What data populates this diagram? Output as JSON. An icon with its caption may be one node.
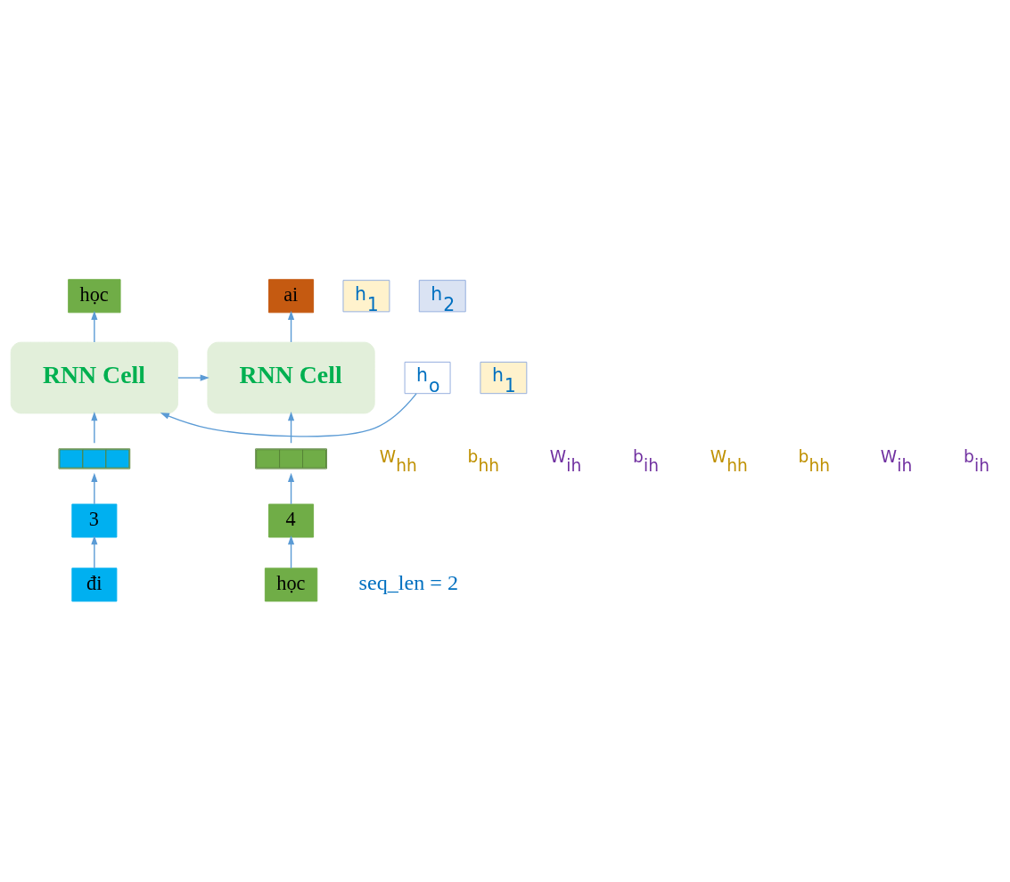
{
  "diagram": {
    "nodes": [
      {
        "text": [
          "học"
        ]
      },
      {
        "text": [
          "ai"
        ]
      },
      {
        "text": [
          "h$_{1}$"
        ]
      },
      {
        "text": [
          "h$_{2}$"
        ]
      },
      {
        "text": [
          "h$_{o}$"
        ]
      },
      {
        "text": [
          "RNN Cell"
        ]
      },
      {
        "text": [
          "h$_{1}$"
        ]
      },
      {
        "text": [
          "RNN Cell"
        ]
      },
      {
        "text": [],
        "shape": "bar"
      },
      {
        "text": [],
        "shape": "bar"
      },
      {
        "text": [
          "3"
        ]
      },
      {
        "text": [
          "4"
        ]
      },
      {
        "text": [
          "đi"
        ]
      },
      {
        "text": [
          "học"
        ]
      }
    ],
    "edges": [
      {
        "from": 4,
        "to": 5,
        "arrow": "to"
      },
      {
        "from": 5,
        "to": 7,
        "arrow": "to"
      },
      {
        "from": 5,
        "to": 0,
        "arrow": "to"
      },
      {
        "from": 7,
        "to": 1,
        "arrow": "to"
      },
      {
        "from": 8,
        "to": 5,
        "arrow": "to"
      },
      {
        "from": 9,
        "to": 7,
        "arrow": "to"
      },
      {
        "from": 10,
        "to": 8,
        "arrow": "to"
      },
      {
        "from": 11,
        "to": 9,
        "arrow": "to"
      },
      {
        "from": 12,
        "to": 10,
        "arrow": "to"
      },
      {
        "from": 13,
        "to": 11,
        "arrow": "to"
      }
    ],
    "labels": [
      "W$_{hh}$",
      "b$_{hh}$",
      "W$_{ih}$",
      "b$_{ih}$",
      "W$_{hh}$",
      "b$_{hh}$",
      "W$_{ih}$",
      "b$_{ih}$",
      "seq_len = 2"
    ]
  }
}
